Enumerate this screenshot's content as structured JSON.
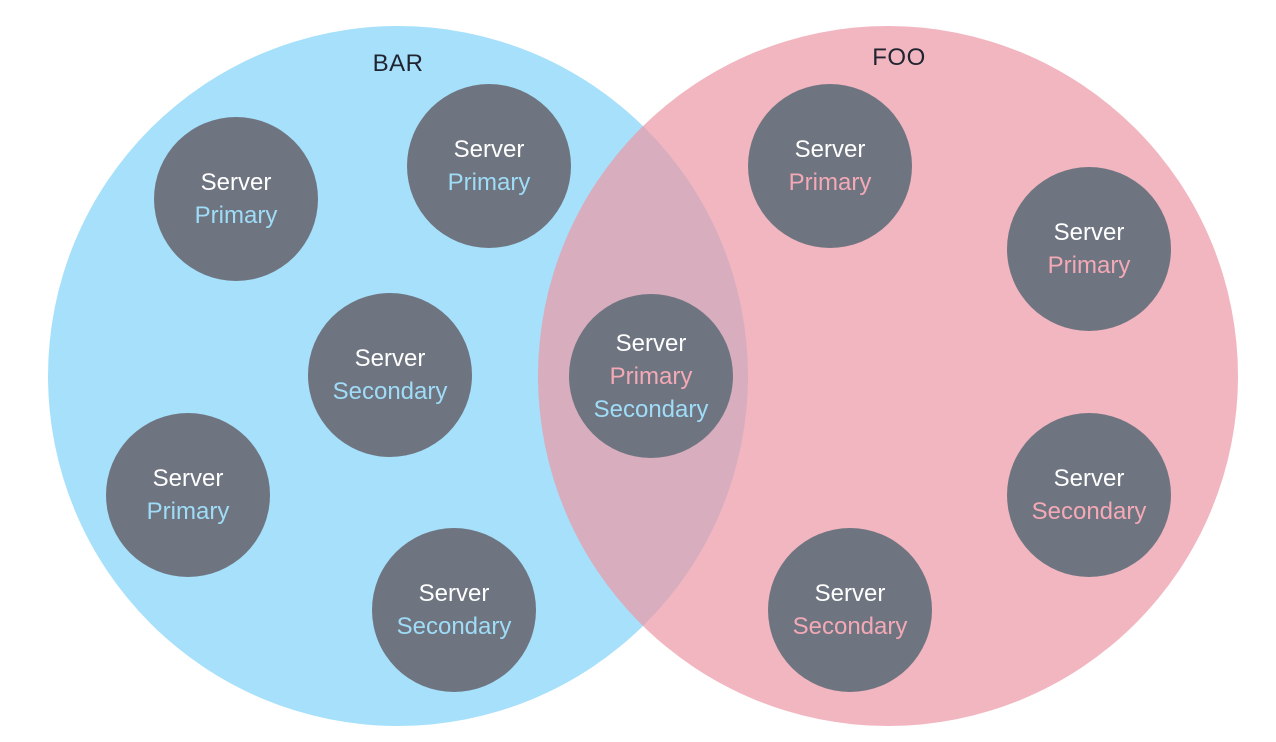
{
  "colors": {
    "bar_fill": "#a6e0fb",
    "foo_fill": "#ec9aa8",
    "node_fill": "#6f7580",
    "server_text": "#ffffff",
    "bar_role_text": "#9fdcf7",
    "foo_role_text": "#f3a9b6"
  },
  "sets": [
    {
      "label": "BAR"
    },
    {
      "label": "FOO"
    }
  ],
  "nodes": [
    {
      "title": "Server",
      "roles": [
        {
          "text": "Primary",
          "set": "bar"
        }
      ]
    },
    {
      "title": "Server",
      "roles": [
        {
          "text": "Primary",
          "set": "bar"
        }
      ]
    },
    {
      "title": "Server",
      "roles": [
        {
          "text": "Secondary",
          "set": "bar"
        }
      ]
    },
    {
      "title": "Server",
      "roles": [
        {
          "text": "Primary",
          "set": "bar"
        }
      ]
    },
    {
      "title": "Server",
      "roles": [
        {
          "text": "Secondary",
          "set": "bar"
        }
      ]
    },
    {
      "title": "Server",
      "roles": [
        {
          "text": "Primary",
          "set": "foo"
        },
        {
          "text": "Secondary",
          "set": "bar"
        }
      ]
    },
    {
      "title": "Server",
      "roles": [
        {
          "text": "Primary",
          "set": "foo"
        }
      ]
    },
    {
      "title": "Server",
      "roles": [
        {
          "text": "Primary",
          "set": "foo"
        }
      ]
    },
    {
      "title": "Server",
      "roles": [
        {
          "text": "Secondary",
          "set": "foo"
        }
      ]
    },
    {
      "title": "Server",
      "roles": [
        {
          "text": "Secondary",
          "set": "foo"
        }
      ]
    }
  ]
}
